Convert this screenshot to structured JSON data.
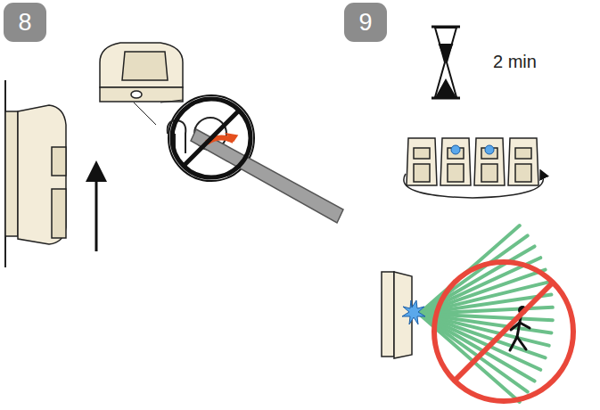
{
  "diagram": {
    "nodes": [
      {
        "text": [
          "8"
        ]
      },
      {
        "text": [
          "9"
        ]
      }
    ],
    "labels": [
      "2 min"
    ]
  }
}
